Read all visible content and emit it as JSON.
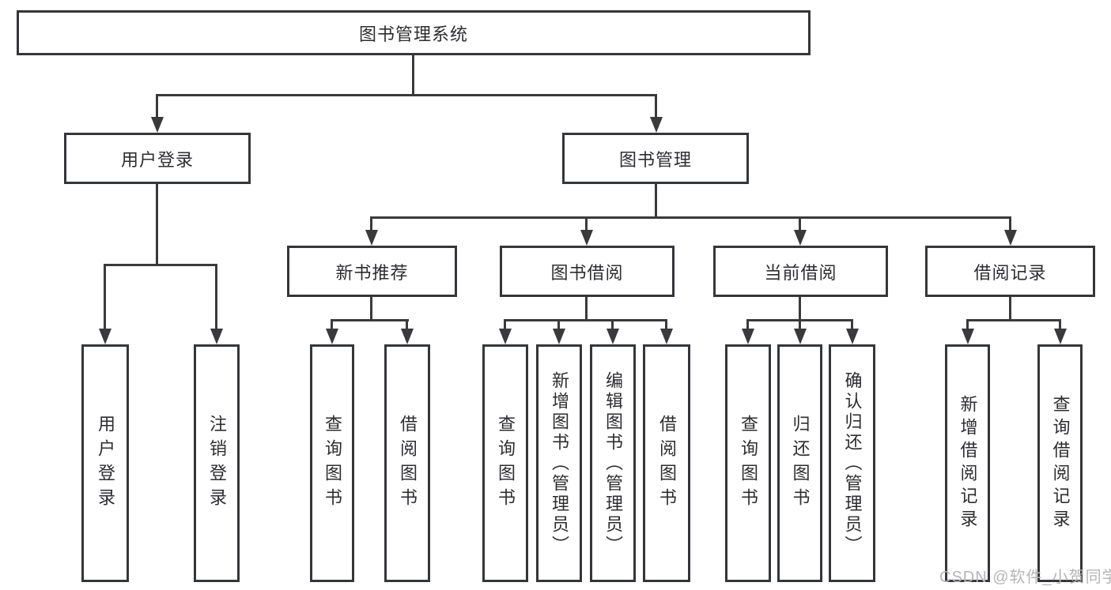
{
  "nodes": {
    "root": "图书管理系统",
    "user_login": "用户登录",
    "book_mgmt": "图书管理",
    "new_book_rec": "新书推荐",
    "book_borrow": "图书借阅",
    "current_borrow": "当前借阅",
    "borrow_records": "借阅记录",
    "ul_user_login": "用户登录",
    "ul_logout": "注销登录",
    "nbr_query_books": "查询图书",
    "nbr_borrow_books": "借阅图书",
    "bb_query_books": "查询图书",
    "bb_add_books": "新增图书（管理员）",
    "bb_edit_books": "编辑图书（管理员）",
    "bb_borrow_books": "借阅图书",
    "cb_query_books": "查询图书",
    "cb_return_books": "归还图书",
    "cb_confirm_return": "确认归还（管理员）",
    "br_add_record": "新增借阅记录",
    "br_query_record": "查询借阅记录"
  },
  "watermark": "CSDN @软件_小贺同学",
  "colors": {
    "line": "#3a3a3c",
    "box_border": "#35363a",
    "text": "#2d2d30",
    "watermark": "#b5b5b5",
    "background": "#ffffff"
  }
}
